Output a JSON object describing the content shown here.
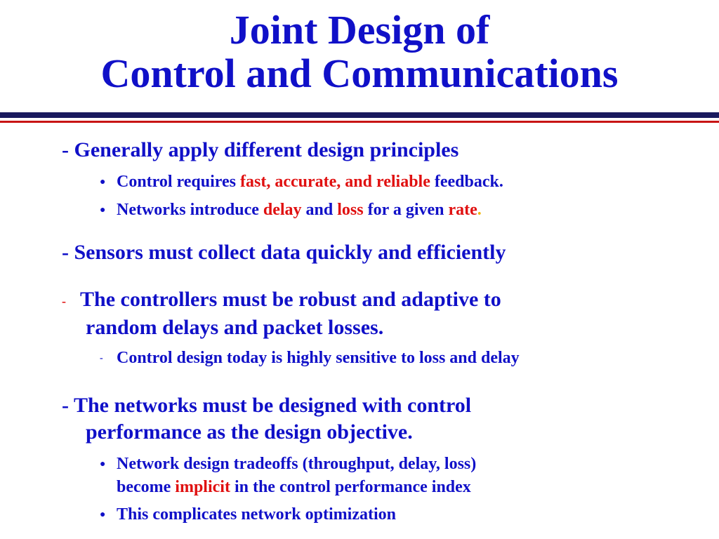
{
  "slide": {
    "title_line1": "Joint Design of",
    "title_line2": "Control and Communications"
  },
  "bullets": {
    "b1": {
      "text": "- Generally apply different design principles",
      "sub1": {
        "mark": "●",
        "pre": "Control requires ",
        "hl": "fast, accurate, and reliable",
        "post": " feedback."
      },
      "sub2": {
        "mark": "●",
        "pre": "Networks introduce ",
        "hl1": "delay",
        "mid1": " and ",
        "hl2": "loss",
        "mid2": " for a given ",
        "hl3": "rate",
        "end": "."
      }
    },
    "b2": {
      "text": "- Sensors must collect data quickly and efficiently"
    },
    "b3": {
      "dash": "-",
      "line1": "The controllers must be robust and adaptive to",
      "line2": "random delays and packet losses.",
      "sub1": {
        "mark": "-",
        "text": "Control design today is highly sensitive to loss and delay"
      }
    },
    "b4": {
      "line1": "- The networks must be designed with control",
      "line2": "performance as the design objective.",
      "sub1": {
        "mark": "●",
        "line1": "Network design tradeoffs (throughput, delay, loss)",
        "pre2": "become ",
        "hl": "implicit",
        "post2": " in the control performance index"
      },
      "sub2": {
        "mark": "●",
        "text": "This complicates network optimization"
      }
    }
  },
  "colors": {
    "title": "#1010c8",
    "highlight": "#e01010",
    "rule_top": "#1a1a5e",
    "rule_bottom": "#c81414"
  }
}
